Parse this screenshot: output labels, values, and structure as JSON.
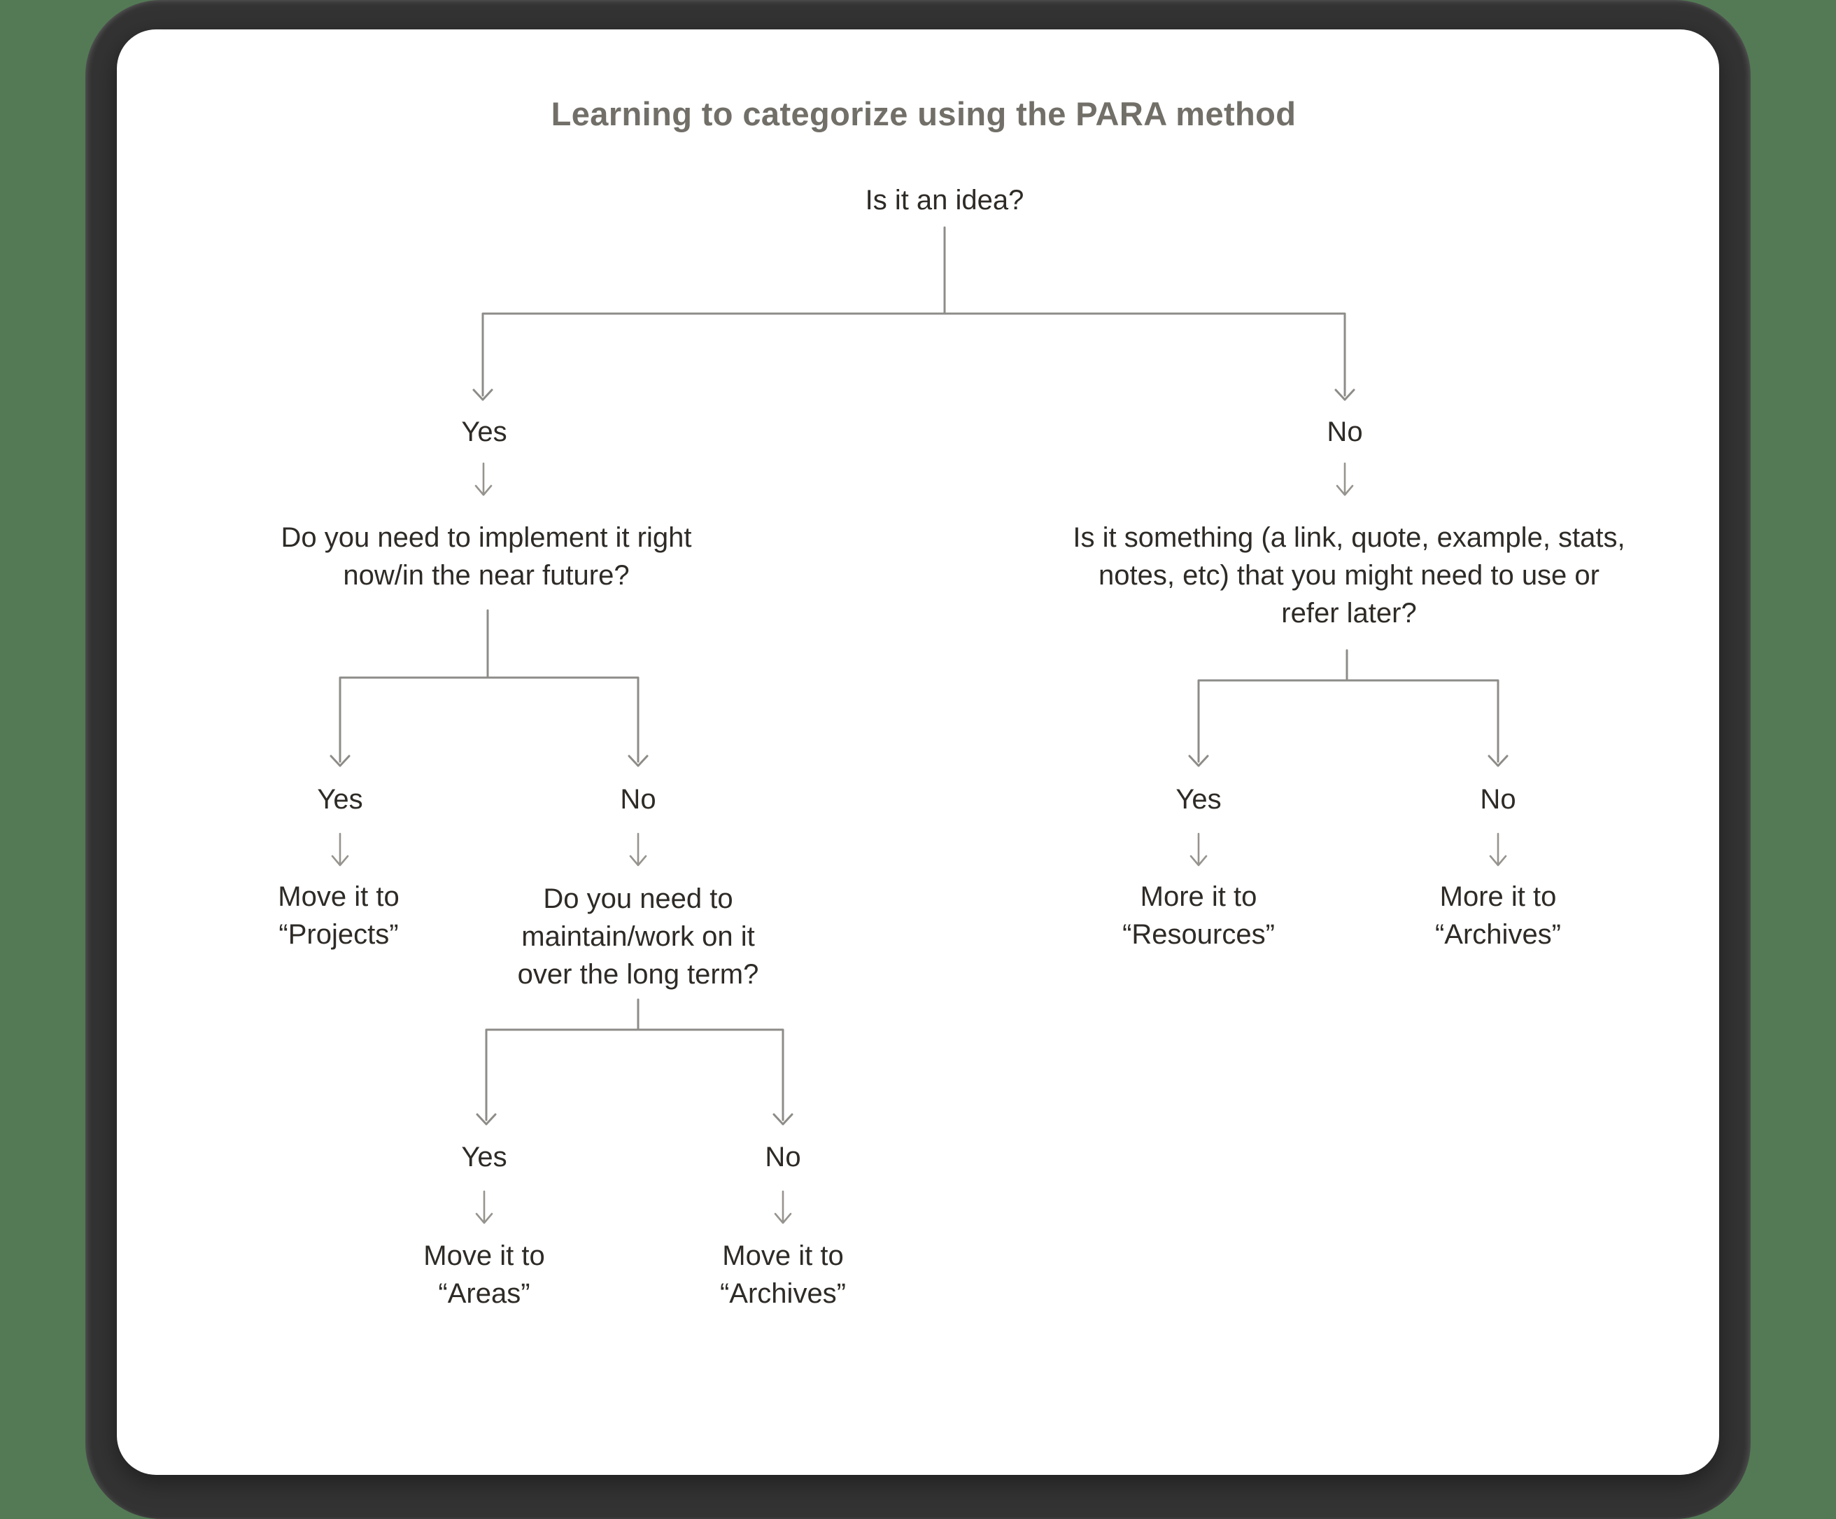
{
  "colors": {
    "page_background": "#537a55",
    "frame": "#333333",
    "card": "#ffffff",
    "title": "#716f68",
    "text": "#2e2b27",
    "connector": "#8e8c88",
    "arrow": "#97948f"
  },
  "diagram": {
    "title": "Learning to categorize using the PARA method",
    "root_question": "Is it an idea?",
    "branch_yes": {
      "label": "Yes",
      "question_lines": [
        "Do you need to implement it right",
        "now/in the near future?"
      ],
      "yes": {
        "label": "Yes",
        "result_lines": [
          "Move it to",
          "“Projects”"
        ]
      },
      "no": {
        "label": "No",
        "question_lines": [
          "Do you need to",
          "maintain/work on it",
          "over the long term?"
        ],
        "yes": {
          "label": "Yes",
          "result_lines": [
            "Move it to",
            "“Areas”"
          ]
        },
        "no": {
          "label": "No",
          "result_lines": [
            "Move it to",
            "“Archives”"
          ]
        }
      }
    },
    "branch_no": {
      "label": "No",
      "question_lines": [
        "Is it something (a link, quote, example, stats,",
        "notes, etc) that you might need to use or",
        "refer later?"
      ],
      "yes": {
        "label": "Yes",
        "result_lines": [
          "More it to",
          "“Resources”"
        ]
      },
      "no": {
        "label": "No",
        "result_lines": [
          "More it to",
          "“Archives”"
        ]
      }
    }
  }
}
